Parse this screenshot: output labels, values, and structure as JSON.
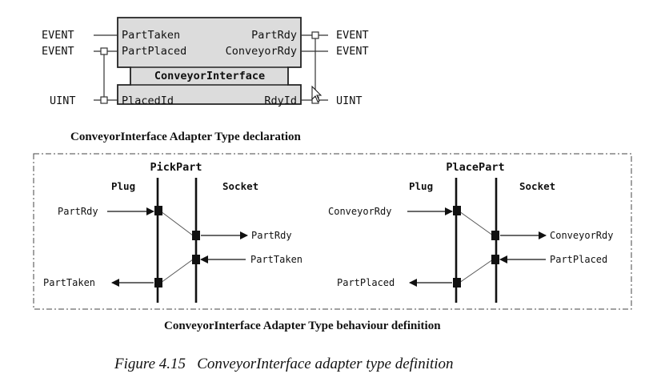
{
  "declaration": {
    "block_name": "ConveyorInterface",
    "caption": "ConveyorInterface Adapter Type declaration",
    "left_ports": [
      {
        "name": "PartTaken",
        "type": "EVENT"
      },
      {
        "name": "PartPlaced",
        "type": "EVENT"
      },
      {
        "name": "PlacedId",
        "type": "UINT"
      }
    ],
    "right_ports": [
      {
        "name": "PartRdy",
        "type": "EVENT"
      },
      {
        "name": "ConveyorRdy",
        "type": "EVENT"
      },
      {
        "name": "RdyId",
        "type": "UINT"
      }
    ]
  },
  "behaviour": {
    "caption": "ConveyorInterface Adapter Type behaviour definition",
    "plug_label": "Plug",
    "socket_label": "Socket",
    "sequences": [
      {
        "title": "PickPart",
        "in_event": "PartRdy",
        "socket_out": "PartRdy",
        "socket_in": "PartTaken",
        "out_event": "PartTaken"
      },
      {
        "title": "PlacePart",
        "in_event": "ConveyorRdy",
        "socket_out": "ConveyorRdy",
        "socket_in": "PartPlaced",
        "out_event": "PartPlaced"
      }
    ]
  },
  "figure_caption": "Figure 4.15   ConveyorInterface adapter type definition"
}
